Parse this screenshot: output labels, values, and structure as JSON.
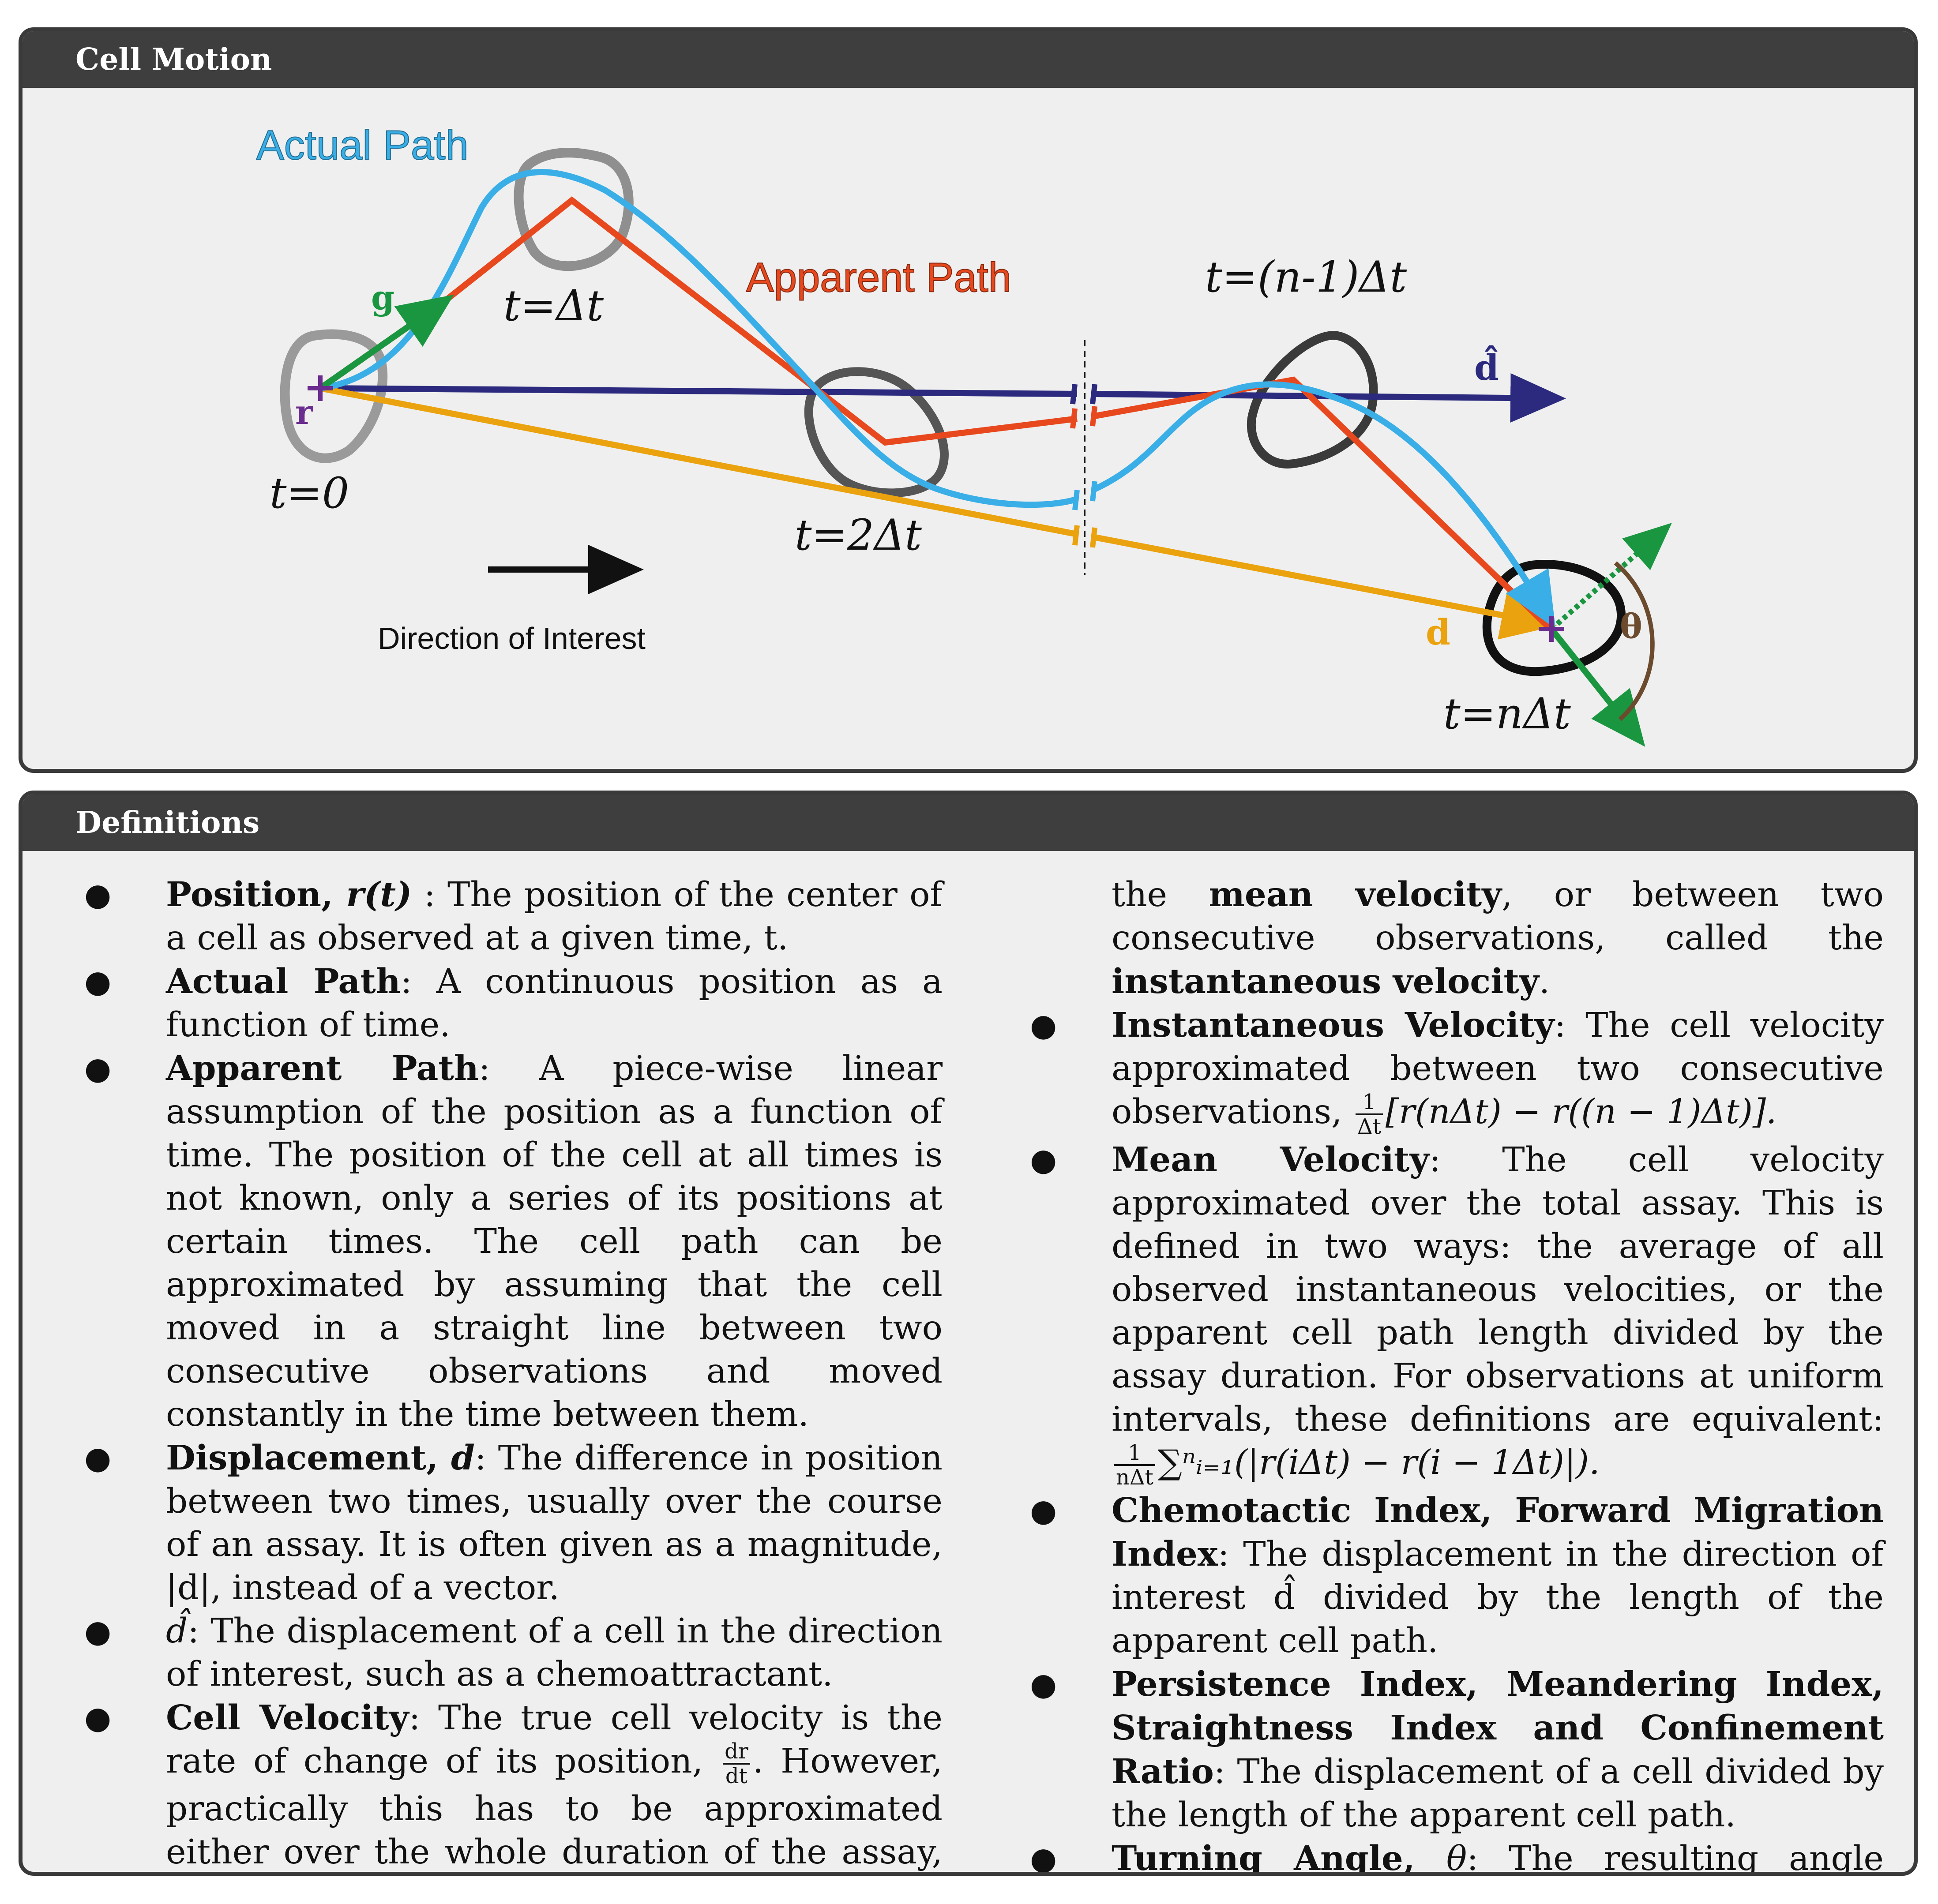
{
  "motion_panel": {
    "title": "Cell Motion",
    "labels": {
      "actual_path": "Actual Path",
      "apparent_path": "Apparent Path",
      "direction_of_interest": "Direction of Interest",
      "g": "g",
      "r": "r",
      "d_hat": "d̂",
      "d": "d",
      "theta": "θ",
      "t0": "t=0",
      "t1": "t=Δt",
      "t2": "t=2Δt",
      "tn1": "t=(n-1)Δt",
      "tn": "t=nΔt"
    },
    "colors": {
      "actual_path": "#3aaee6",
      "apparent_path": "#e8481e",
      "d_hat": "#2b2a7e",
      "d": "#eaa30f",
      "g": "#1a9640",
      "cell_outline": "#555555",
      "cell_start": "#9a9a9a",
      "r_marker": "#6a2c8e",
      "theta_arc": "#6b4a2e"
    }
  },
  "definitions_panel": {
    "title": "Definitions",
    "left": [
      {
        "term": "Position, ",
        "symbol": "r(t)",
        "text": " : The position of the center of a cell as observed at a given time, t."
      },
      {
        "term": "Actual Path",
        "text": ": A continuous position as a function of time."
      },
      {
        "term": "Apparent Path",
        "text": ": A piece-wise linear assumption of the position as a function of time.  The position of the cell at all times is not known, only a series of its positions at certain times.  The cell path can be approximated by assuming that the cell moved in a straight line between two consecutive observations and moved constantly in the time between them."
      },
      {
        "term": "Displacement, ",
        "symbol": "d",
        "text": ": The difference in position between two times, usually over the course of an assay.  It is often given as a magnitude, |d|, instead of a vector."
      },
      {
        "symbol": "d̂",
        "text": ": The displacement of a cell in the direction of interest, such as a chemoattractant."
      },
      {
        "term": "Cell Velocity",
        "text": ": The true cell velocity is the rate of change of its position,",
        "frac_num": "dr",
        "frac_den": "dt",
        "text2": ".  However, practically this has to be approximated either over the whole duration of the assay, often referred to as"
      }
    ],
    "right_continuation": {
      "a": "the ",
      "b": "mean velocity",
      "c": ", or between two consecutive observations, called the ",
      "d": "instantaneous velocity",
      "e": "."
    },
    "right": [
      {
        "term": "Instantaneous Velocity",
        "text": ": The cell velocity approximated between two consecutive observations,",
        "frac_num": "1",
        "frac_den": "Δt",
        "text2": "[r(nΔt) − r((n − 1)Δt)]."
      },
      {
        "term": "Mean Velocity",
        "text": ": The cell velocity approximated over the total assay. This is defined in two ways: the average of all observed instantaneous velocities, or the apparent cell path length divided by the assay duration.  For observations at uniform intervals, these definitions are equivalent:",
        "frac_num": "1",
        "frac_den": "nΔt",
        "text2": "∑ⁿᵢ₌₁(|r(iΔt) − r(i − 1Δt)|)."
      },
      {
        "term": "Chemotactic Index, Forward Migration Index",
        "text": ": The displacement in the direction of interest d̂ divided by the length of the apparent cell path."
      },
      {
        "term": "Persistence Index, Meandering Index, Straightness Index and Confinement Ratio",
        "text": ": The displacement of a cell divided by the length of the apparent cell path."
      },
      {
        "term": "Turning Angle, ",
        "symbol": "θ",
        "text": ": The resulting angle between a cell’s initial direction vector, g, and subsequent direction vector."
      }
    ]
  }
}
